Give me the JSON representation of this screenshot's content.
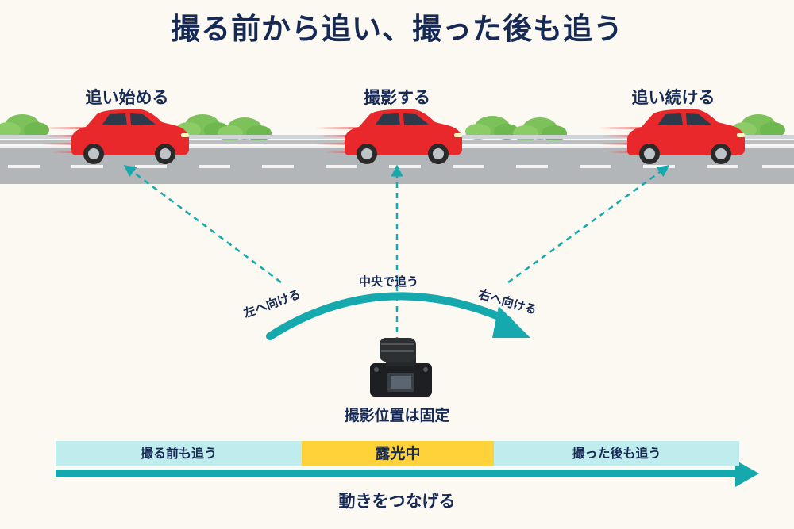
{
  "title": "撮る前から追い、撮った後も追う",
  "cars": [
    {
      "label": "追い始める"
    },
    {
      "label": "撮影する"
    },
    {
      "label": "追い続ける"
    }
  ],
  "directions": {
    "left": "左へ向ける",
    "center": "中央で追う",
    "right": "右へ向ける"
  },
  "camera": {
    "label": "撮影位置は固定",
    "icon": "camera-icon"
  },
  "timeline": {
    "before": "撮る前も追う",
    "exposure": "露光中",
    "after": "撮った後も追う",
    "caption": "動きをつなげる"
  },
  "colors": {
    "accent": "#15a9ad",
    "car": "#e8282b",
    "exposure": "#ffd23a",
    "phase": "#bfecec",
    "text": "#172a55"
  }
}
